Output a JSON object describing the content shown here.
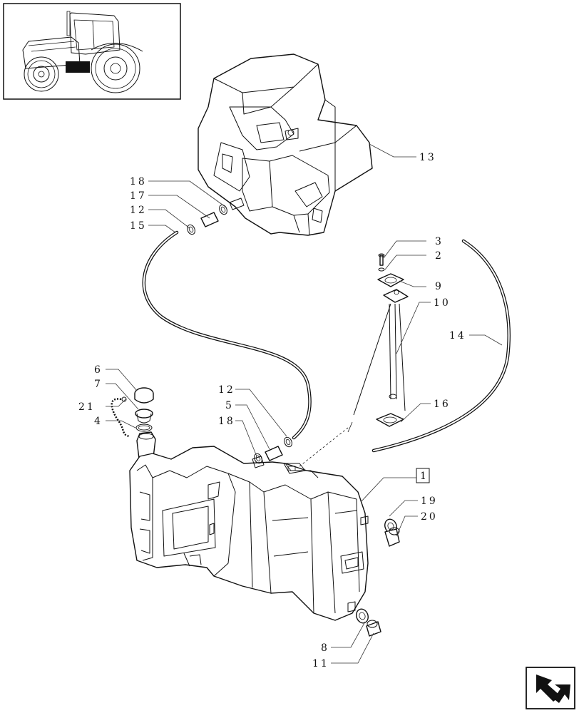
{
  "callouts": {
    "c13": "13",
    "c18a": "18",
    "c17": "17",
    "c12a": "12",
    "c15": "15",
    "c3": "3",
    "c2": "2",
    "c9": "9",
    "c10": "10",
    "c14": "14",
    "c6": "6",
    "c7": "7",
    "c21": "21",
    "c4": "4",
    "c12b": "12",
    "c5": "5",
    "c18b": "18",
    "c16": "16",
    "c1": "1",
    "c19": "19",
    "c20": "20",
    "c8": "8",
    "c11": "11"
  },
  "icons": {
    "thumbnail": "tractor-thumbnail-icon",
    "navigation": "next-page-arrow-icon"
  }
}
